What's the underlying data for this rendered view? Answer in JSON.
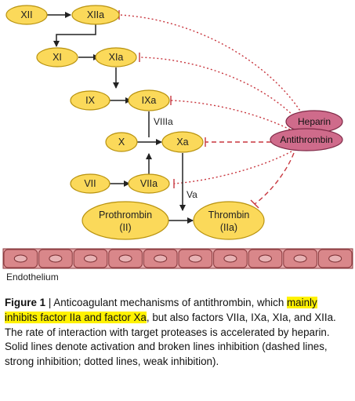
{
  "colors": {
    "factor_fill": "#fbd95a",
    "factor_stroke": "#b8920e",
    "heparin_fill": "#cf6b8b",
    "heparin_stroke": "#7e2a47",
    "inhibition": "#c8373f",
    "arrow": "#222222",
    "cell_fill": "#d9878a",
    "cell_stroke": "#8a3a3e",
    "highlight": "#fff200"
  },
  "nodes": {
    "xii": "XII",
    "xiia": "XIIa",
    "xi": "XI",
    "xia": "XIa",
    "ix": "IX",
    "ixa": "IXa",
    "x": "X",
    "xa": "Xa",
    "vii": "VII",
    "viia": "VIIa",
    "prothrombin_line1": "Prothrombin",
    "prothrombin_line2": "(II)",
    "thrombin_line1": "Thrombin",
    "thrombin_line2": "(IIa)",
    "heparin": "Heparin",
    "antithrombin": "Antithrombin"
  },
  "cofactors": {
    "viiia": "VIIIa",
    "va": "Va"
  },
  "endothelium_label": "Endothelium",
  "caption": {
    "figure_label": "Figure 1",
    "separator": " | ",
    "text_before": "Anticoagulant mechanisms of antithrombin, which ",
    "highlight": "mainly inhibits factor IIa and factor Xa",
    "text_after": ", but also factors VIIa, IXa, XIa, and XIIa. The rate of interaction with target proteases is accelerated by heparin. Solid lines denote activation and broken lines inhibition (dashed lines, strong inhibition; dotted lines, weak inhibition)."
  }
}
